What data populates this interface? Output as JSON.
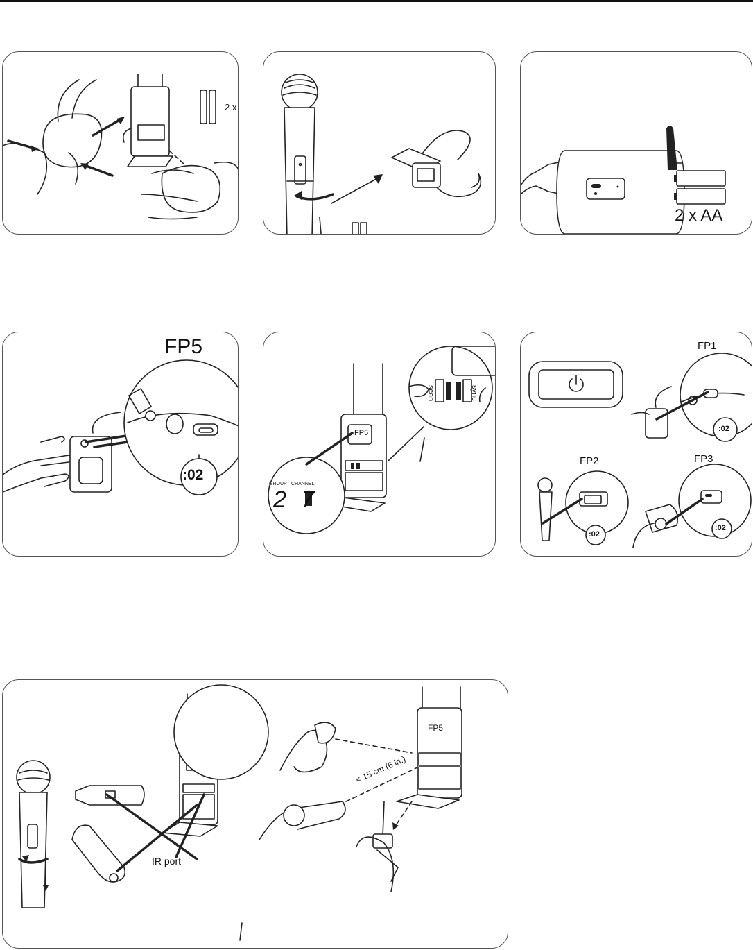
{
  "panels": {
    "p1": {
      "battery_label": "2 x"
    },
    "p2": {},
    "p3": {
      "battery_label": "2 x AA"
    },
    "p4": {
      "model_label": "FP5",
      "timer_label": ":02"
    },
    "p5": {
      "lcd_model": "FP5",
      "group_label": "GROUP",
      "channel_label": "CHANNEL",
      "lcd_digits": "2 7",
      "scan_label": "scan",
      "sync_label": "sync"
    },
    "p6": {
      "fp1_label": "FP1",
      "fp2_label": "FP2",
      "fp3_label": "FP3",
      "timer1": ":02",
      "timer2": ":02",
      "timer3": ":02"
    },
    "p7": {
      "model_label": "FP5",
      "distance_label": "< 15 cm (6 in.)",
      "ir_port_label": "IR port"
    }
  },
  "colors": {
    "line": "#222222",
    "panel_border": "#555555",
    "background": "#ffffff"
  },
  "icons": [
    "power-icon",
    "battery-icon",
    "arrow-icon",
    "stopwatch-icon"
  ]
}
